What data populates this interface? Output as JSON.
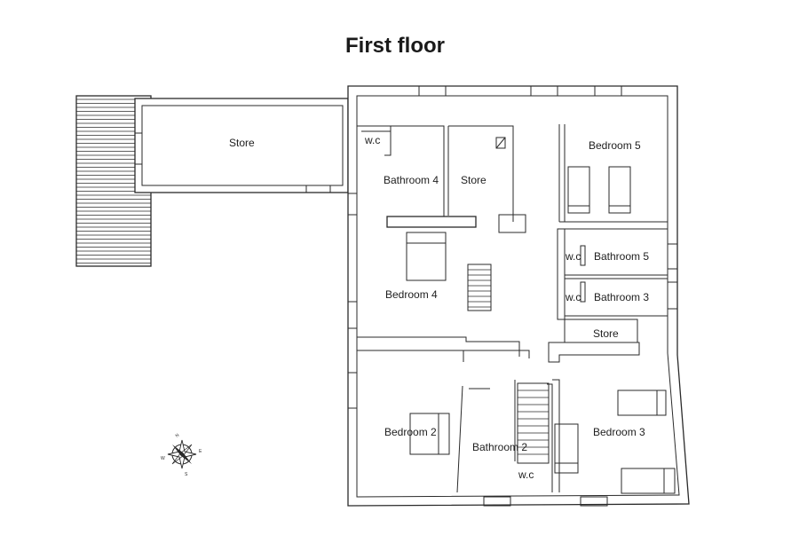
{
  "title": "First floor",
  "rooms": {
    "store_annex": "Store",
    "wc_1": "w.c",
    "bathroom_4": "Bathroom 4",
    "store_mid": "Store",
    "bedroom_5": "Bedroom 5",
    "wc_2": "w.c",
    "bathroom_5": "Bathroom 5",
    "wc_3": "w.c",
    "bathroom_3": "Bathroom 3",
    "bedroom_4": "Bedroom 4",
    "store_small": "Store",
    "bedroom_2": "Bedroom 2",
    "bathroom_2": "Bathroom 2",
    "wc_4": "w.c",
    "bedroom_3": "Bedroom 3"
  },
  "compass": {
    "n": "N",
    "e": "E",
    "s": "S",
    "w": "W"
  }
}
